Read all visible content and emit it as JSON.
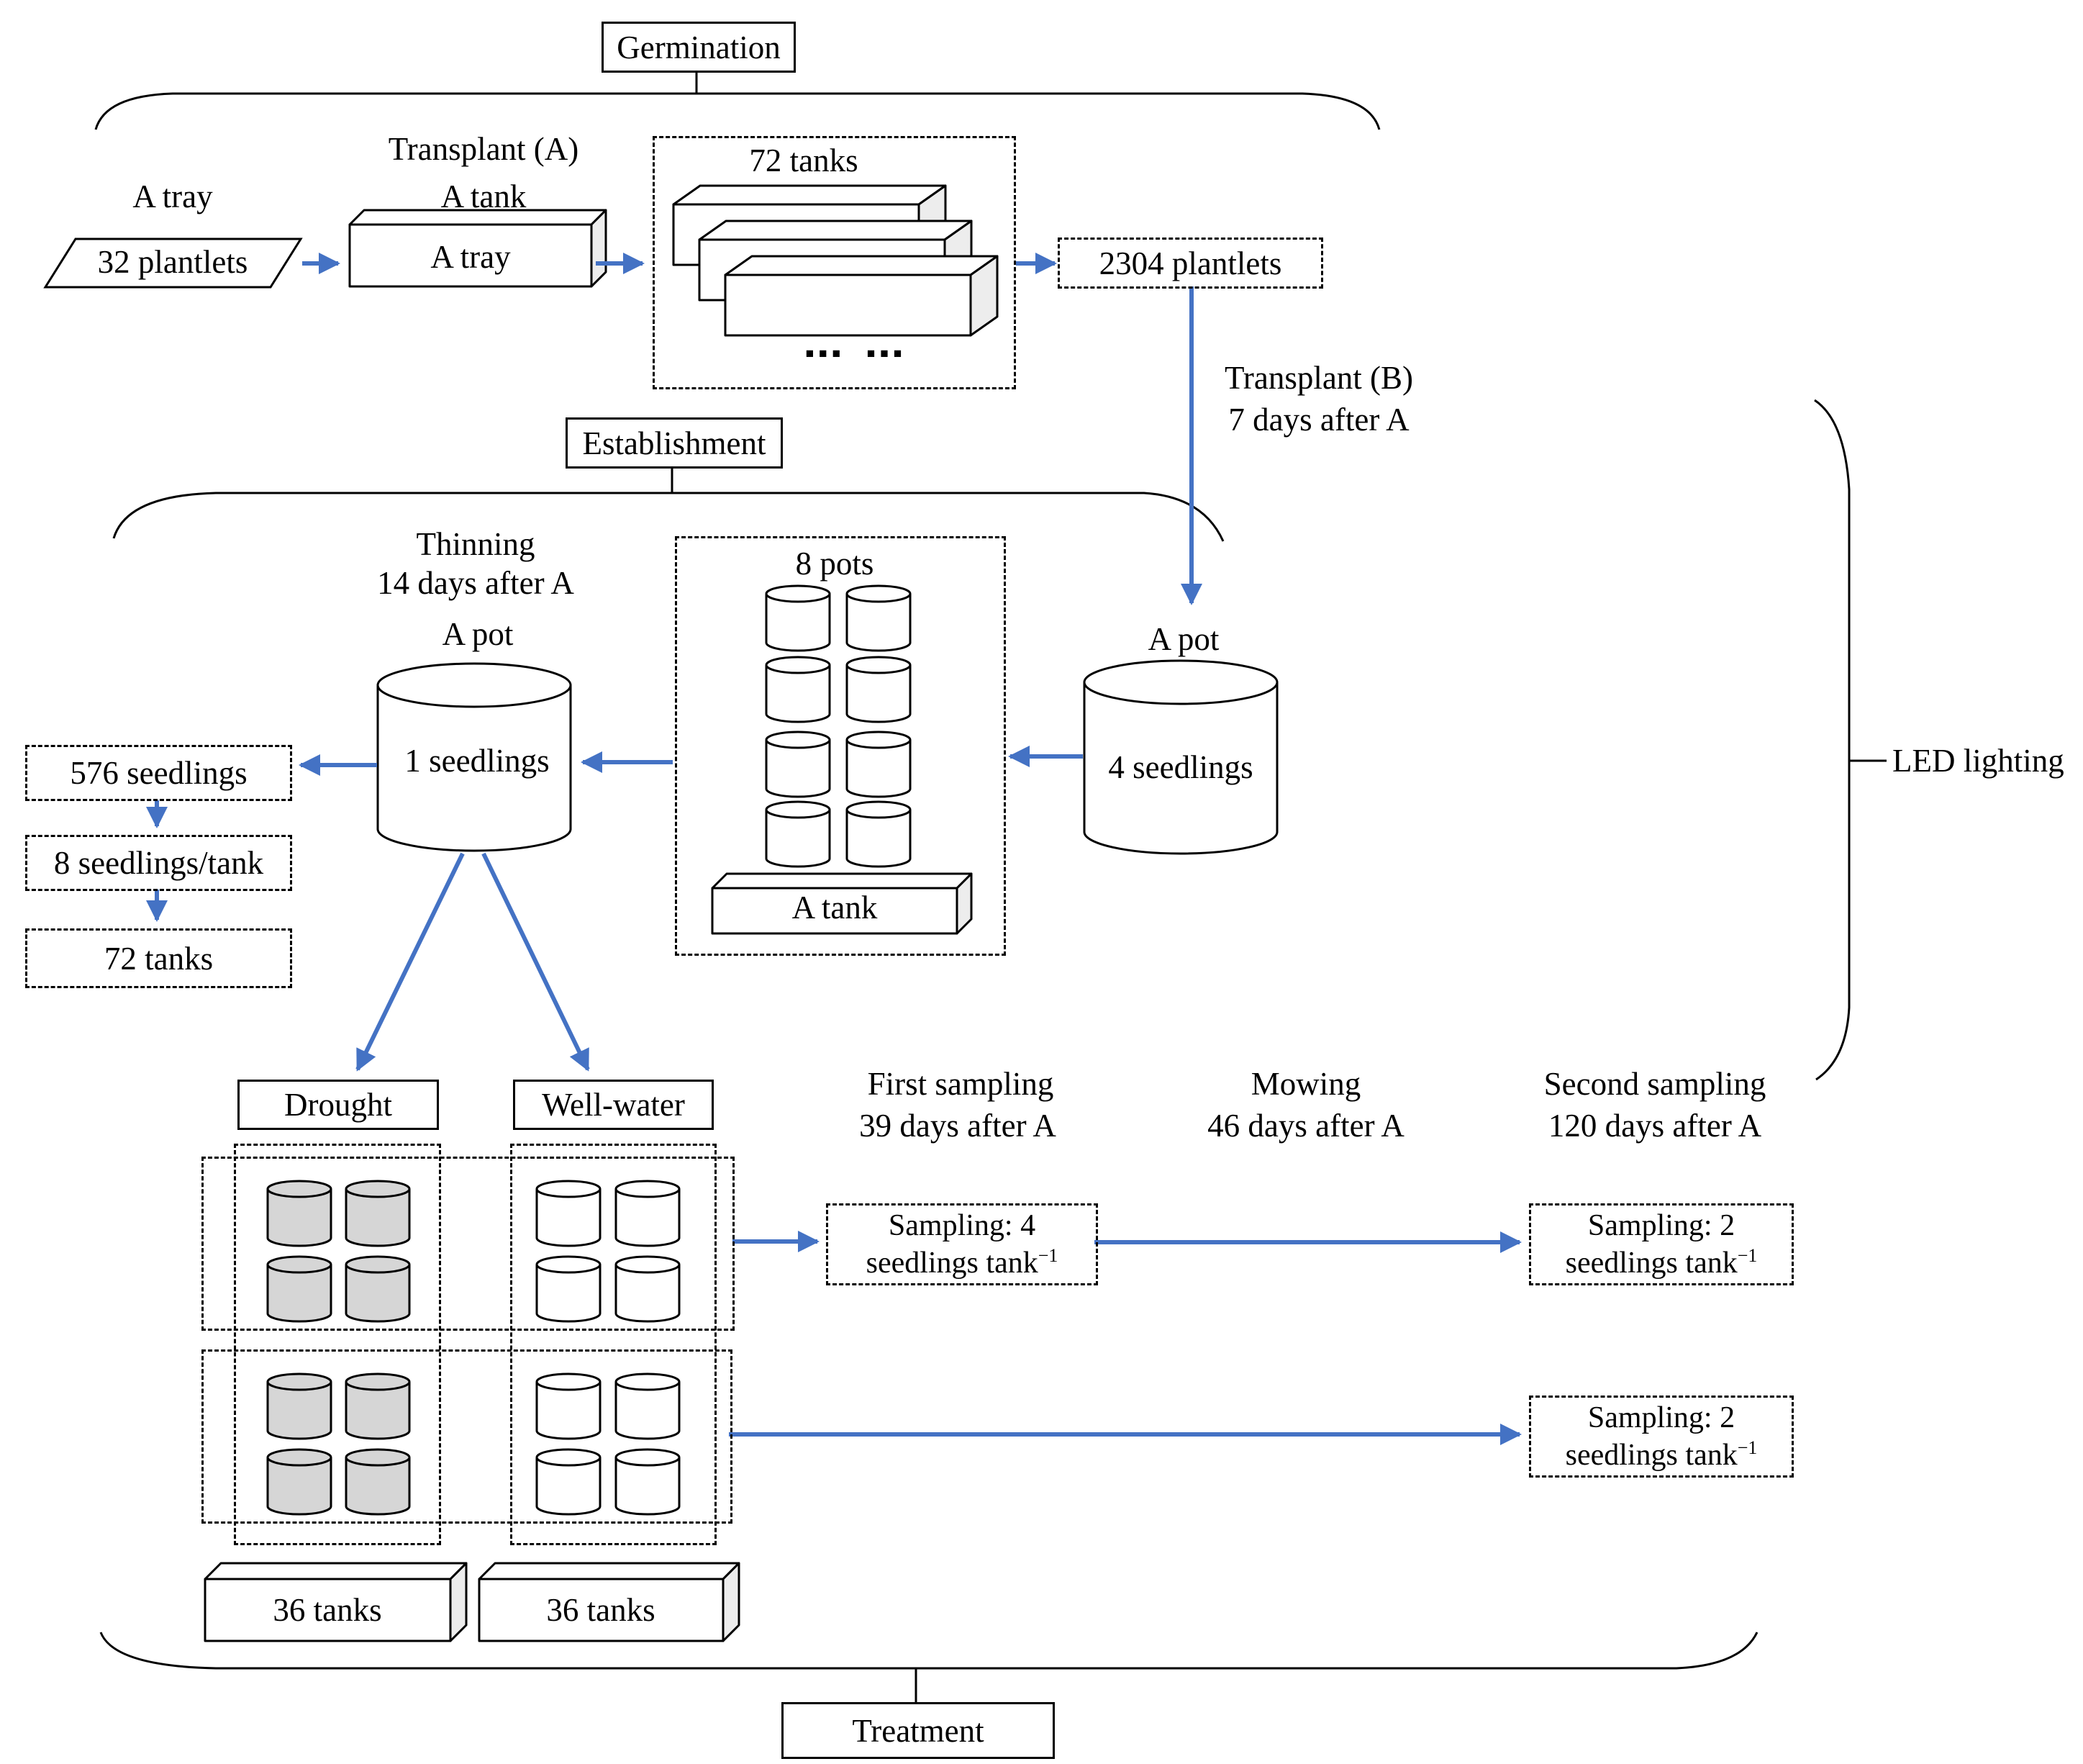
{
  "colors": {
    "arrow_blue": "#4472C4",
    "cylinder_gray": "#D6D6D6",
    "box_side_gray": "#EDEDED"
  },
  "phases": {
    "germination": "Germination",
    "establishment": "Establishment",
    "treatment": "Treatment"
  },
  "germination_section": {
    "transplant_a": "Transplant (A)",
    "a_tray_label": "A tray",
    "a_tank_label": "A tank",
    "plantlets_32": "32 plantlets",
    "a_tray_box_text": "A tray",
    "tanks_72": "72 tanks",
    "dots": "■■■ ■■■",
    "plantlets_2304": "2304 plantlets",
    "transplant_b_line1": "Transplant (B)",
    "transplant_b_line2": "7 days after A"
  },
  "establishment_section": {
    "thinning_line1": "Thinning",
    "thinning_line2": "14 days after A",
    "a_pot_left": "A pot",
    "a_pot_right": "A pot",
    "seedlings_1": "1 seedlings",
    "seedlings_4": "4 seedlings",
    "pots_8": "8 pots",
    "a_tank_box_text": "A tank",
    "seedlings_576": "576 seedlings",
    "seedlings_per_tank": "8 seedlings/tank",
    "tanks_72_result": "72 tanks",
    "led_lighting": "LED lighting"
  },
  "treatment_section": {
    "drought": "Drought",
    "well_water": "Well-water",
    "tanks_36": "36 tanks",
    "headers": {
      "first_line1": "First sampling",
      "first_line2": "39 days after A",
      "mowing_line1": "Mowing",
      "mowing_line2": "46 days after A",
      "second_line1": "Second sampling",
      "second_line2": "120 days after A"
    },
    "sampling_first": {
      "line1": "Sampling: 4",
      "line2": "seedlings tank",
      "sup": "−1"
    },
    "sampling_second": {
      "line1": "Sampling: 2",
      "line2": "seedlings tank",
      "sup": "−1"
    }
  }
}
